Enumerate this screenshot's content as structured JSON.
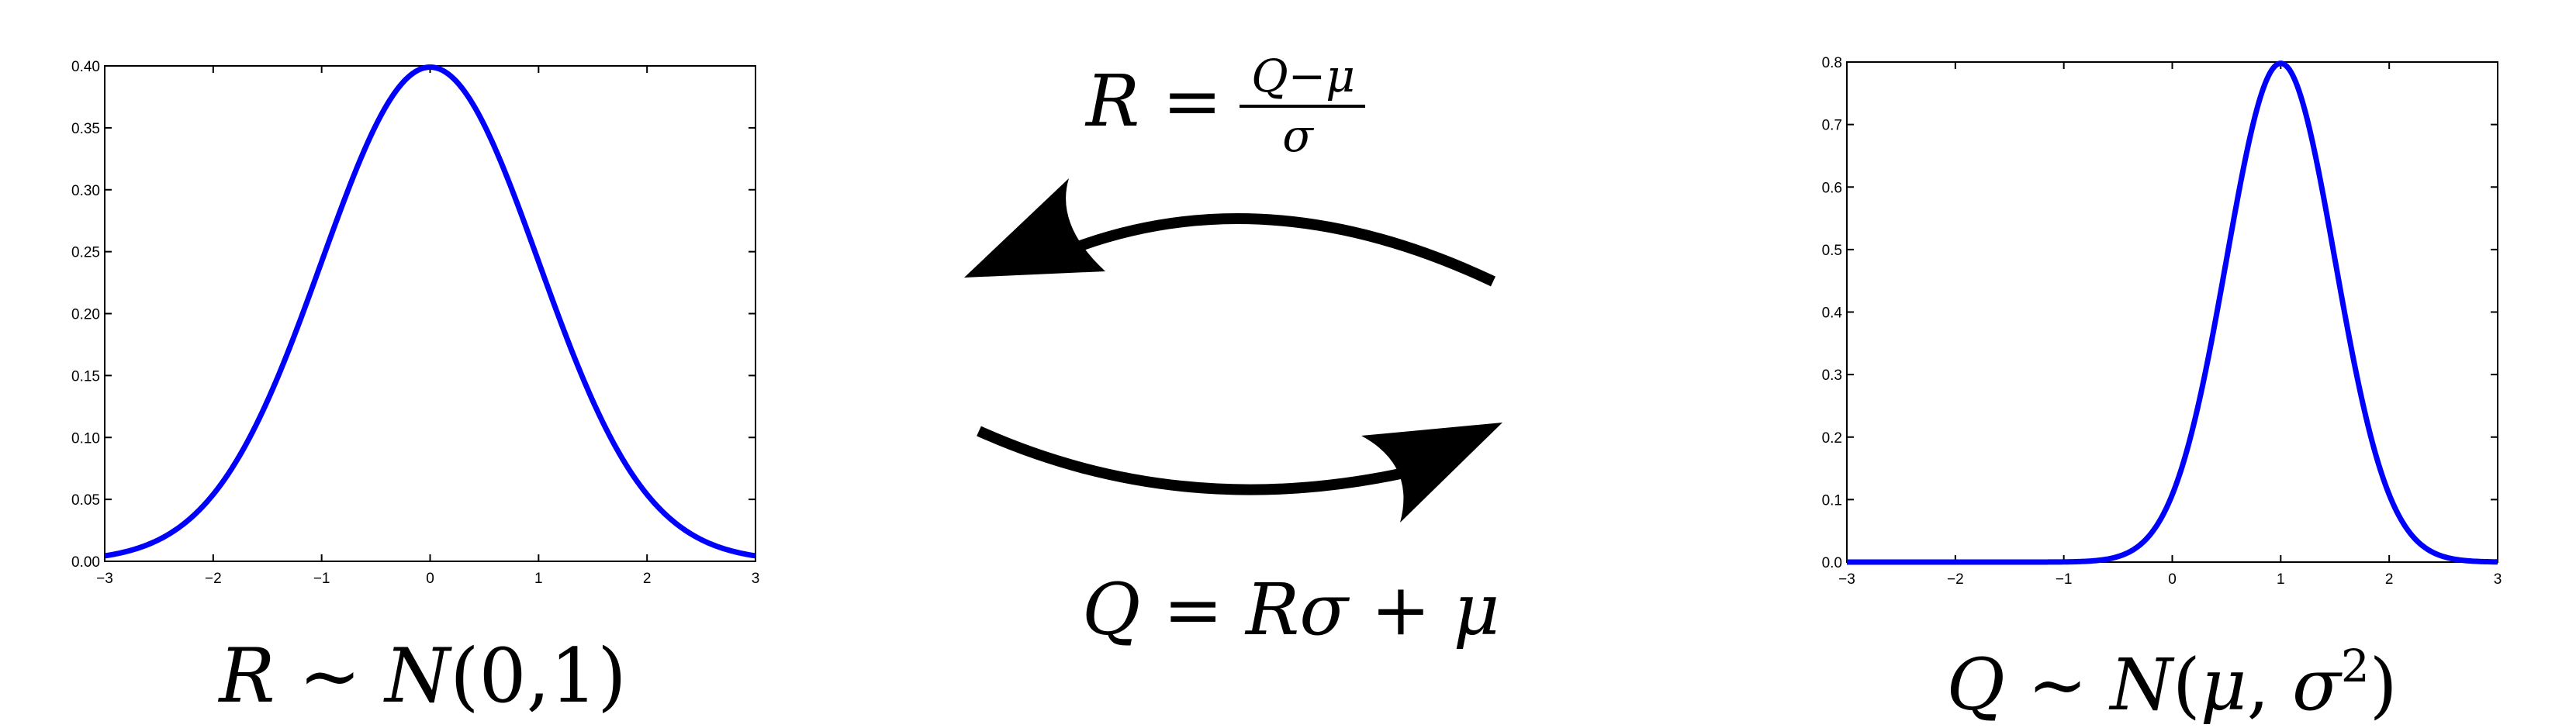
{
  "chart_data": [
    {
      "type": "line",
      "title": "",
      "caption": "R ~ N(0,1)",
      "xlabel": "",
      "ylabel": "",
      "xlim": [
        -3,
        3
      ],
      "ylim": [
        0,
        0.4
      ],
      "xticks": [
        "−3",
        "−2",
        "−1",
        "0",
        "1",
        "2",
        "3"
      ],
      "yticks": [
        "0.00",
        "0.05",
        "0.10",
        "0.15",
        "0.20",
        "0.25",
        "0.30",
        "0.35",
        "0.40"
      ],
      "series": [
        {
          "color": "#0000ff",
          "x": [
            -3,
            -2.5,
            -2,
            -1.5,
            -1,
            -0.5,
            0,
            0.5,
            1,
            1.5,
            2,
            2.5,
            3
          ],
          "y": [
            0.0044,
            0.0175,
            0.054,
            0.1295,
            0.242,
            0.352,
            0.399,
            0.352,
            0.242,
            0.1295,
            0.054,
            0.0175,
            0.0044
          ]
        }
      ],
      "grid": false
    },
    {
      "type": "line",
      "title": "",
      "caption": "Q ~ N(μ, σ²)",
      "xlabel": "",
      "ylabel": "",
      "xlim": [
        -3,
        3
      ],
      "ylim": [
        0,
        0.8
      ],
      "xticks": [
        "−3",
        "−2",
        "−1",
        "0",
        "1",
        "2",
        "3"
      ],
      "yticks": [
        "0.0",
        "0.1",
        "0.2",
        "0.3",
        "0.4",
        "0.5",
        "0.6",
        "0.7",
        "0.8"
      ],
      "series": [
        {
          "color": "#0000ff",
          "x": [
            -3,
            -1,
            -0.5,
            0,
            0.25,
            0.5,
            0.75,
            1,
            1.25,
            1.5,
            1.75,
            2,
            2.5,
            3
          ],
          "y": [
            0,
            0.0001,
            0.0089,
            0.108,
            0.259,
            0.484,
            0.704,
            0.798,
            0.704,
            0.484,
            0.259,
            0.108,
            0.0089,
            0.0001
          ]
        }
      ],
      "grid": false
    }
  ],
  "equations": {
    "top": "R = (Q−μ)/σ",
    "bottom": "Q = Rσ + μ"
  },
  "colors": {
    "curve": "#0000ff",
    "arrow": "#000000"
  }
}
